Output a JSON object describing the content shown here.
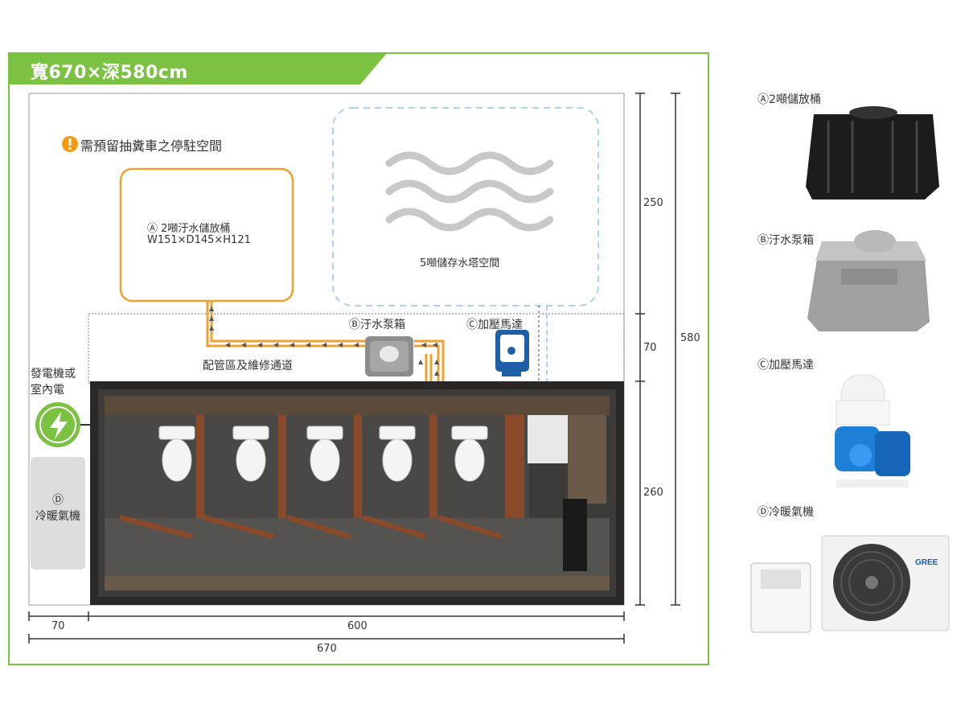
{
  "title": "寬670×深580cm",
  "notice": "需預留抽糞車之停駐空間",
  "tank": {
    "label": "Ⓐ 2噸汙水儲放桶",
    "dims": "W151×D145×H121"
  },
  "water_tower": {
    "label": "5噸儲存水塔空間"
  },
  "pump_box_label": "Ⓑ汙水泵箱",
  "booster_label": "Ⓒ加壓馬達",
  "corridor_label": "配管區及維修通道",
  "generator_label_1": "發電機或",
  "generator_label_2": "室內電",
  "ac_label_1": "Ⓓ",
  "ac_label_2": "冷暖氣機",
  "dims": {
    "right_1": "250",
    "right_2": "70",
    "right_3": "260",
    "total_depth": "580",
    "bottom_1": "70",
    "bottom_2": "600",
    "total_width": "670"
  },
  "products": [
    {
      "label": "Ⓐ2噸儲放桶"
    },
    {
      "label": "Ⓑ汙水泵箱"
    },
    {
      "label": "Ⓒ加壓馬達"
    },
    {
      "label": "Ⓓ冷暖氣機"
    }
  ],
  "colors": {
    "accent_green": "#7bc142",
    "orange": "#f0a030",
    "dashed_blue": "#a8d4ee",
    "warning": "#f39c12"
  },
  "icons": [
    "warning-icon",
    "lightning-icon",
    "wave-icon",
    "toilet-icon"
  ],
  "ac_brand": "GREE"
}
